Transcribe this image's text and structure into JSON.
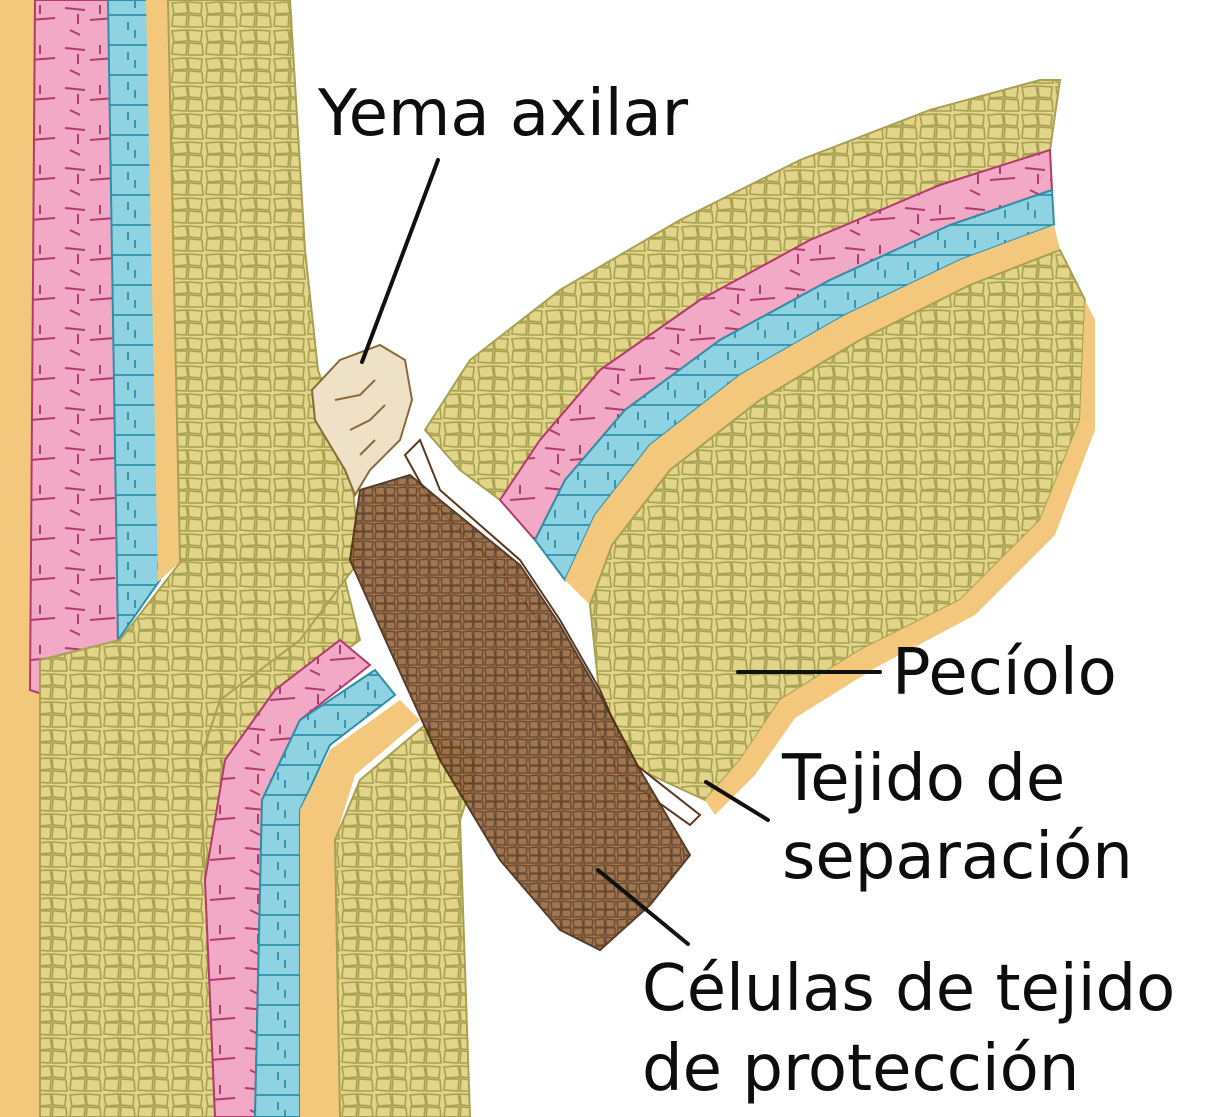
{
  "labels": {
    "yema_axilar": "Yema axilar",
    "peciolo": "Pecíolo",
    "tejido_sep_1": "Tejido de",
    "tejido_sep_2": "separación",
    "celulas_1": "Células de tejido",
    "celulas_2": "de protección"
  },
  "colors": {
    "parenchyma": "#e2d489",
    "parenchyma_cell_line": "#a8a152",
    "cortex": "#f3c77c",
    "phloem": "#f2a9c6",
    "phloem_vein": "#b23b6b",
    "xylem": "#8fd3e2",
    "xylem_line": "#2e8fa8",
    "protective": "#9a6a42",
    "protective_line": "#5a3a20",
    "bud": "#efe1c6",
    "background": "#ffffff"
  }
}
